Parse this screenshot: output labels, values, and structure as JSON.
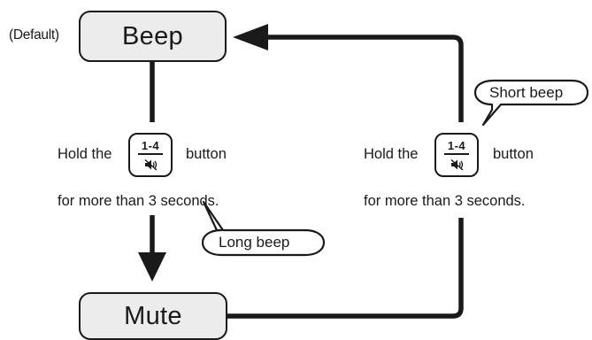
{
  "states": {
    "default_label": "(Default)",
    "beep": "Beep",
    "mute": "Mute"
  },
  "left_instruction": {
    "hold": "Hold the",
    "button_key": "1-4",
    "button_word": "button",
    "duration": "for more than 3 seconds.",
    "feedback": "Long beep"
  },
  "right_instruction": {
    "hold": "Hold the",
    "button_key": "1-4",
    "button_word": "button",
    "duration": "for more than 3 seconds.",
    "feedback": "Short beep"
  },
  "icons": {
    "button_symbol": "speaker-muted-icon",
    "transition_arrow": "arrow-icon"
  }
}
